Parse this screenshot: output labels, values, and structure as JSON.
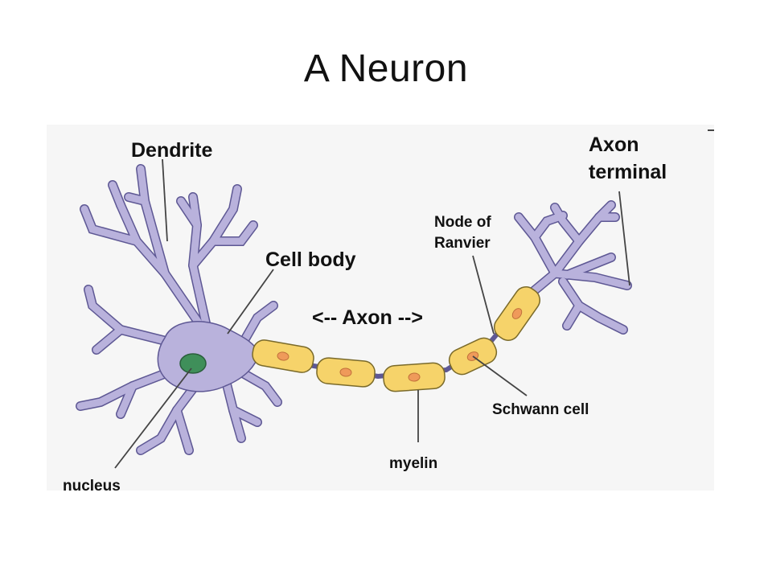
{
  "slide": {
    "title": "A Neuron"
  },
  "labels": {
    "dendrite": "Dendrite",
    "cell_body": "Cell body",
    "axon": "<-- Axon -->",
    "axon_terminal_line1": "Axon",
    "axon_terminal_line2": "terminal",
    "node_of_ranvier_line1": "Node of",
    "node_of_ranvier_line2": "Ranvier",
    "schwann_cell": "Schwann cell",
    "myelin": "myelin",
    "nucleus": "nucleus"
  },
  "colors": {
    "cell": "#b9b2dc",
    "cell_outline": "#5e5894",
    "myelin": "#f6d36a",
    "myelin_outline": "#7a6a2a",
    "myelin_nucleus": "#ef9a5a",
    "nucleus": "#3f8f5a"
  }
}
